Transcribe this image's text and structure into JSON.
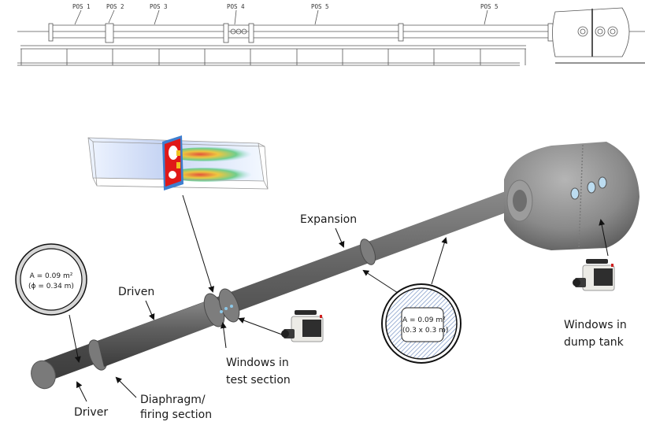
{
  "schematic": {
    "position_labels": [
      "POS 1",
      "POS 2",
      "POS 3",
      "POS 4",
      "POS 5",
      "POS 5"
    ]
  },
  "callouts": {
    "driven": "Driven",
    "driver": "Driver",
    "diaphragm_line1": "Diaphragm/",
    "diaphragm_line2": "firing section",
    "expansion": "Expansion",
    "test_windows_line1": "Windows in",
    "test_windows_line2": "test section",
    "dump_windows_line1": "Windows in",
    "dump_windows_line2": "dump tank"
  },
  "cross_sections": {
    "driven": {
      "area": "A = 0.09 m²",
      "dimension": "(ϕ = 0.34 m)"
    },
    "expansion": {
      "area": "A = 0.09 m²",
      "dimension": "(0.3 x 0.3 m)"
    }
  },
  "colors": {
    "tube": "#5e5e5e",
    "tank": "#8f8f8f",
    "hatch": "#6f8fc0",
    "cfd_hot": "#e01818",
    "cfd_warm": "#f0c020",
    "cfd_cool": "#40c070"
  }
}
